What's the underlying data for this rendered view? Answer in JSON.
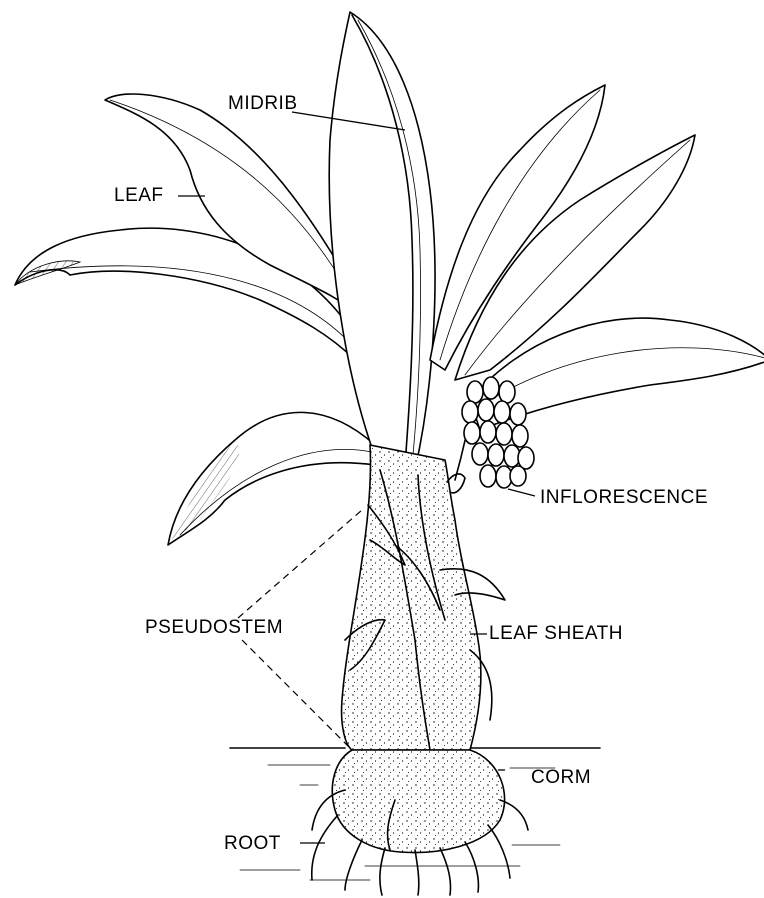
{
  "labels": {
    "midrib": "MIDRIB",
    "leaf": "LEAF",
    "inflorescence": "INFLORESCENCE",
    "pseudostem": "PSEUDOSTEM",
    "leaf_sheath": "LEAF SHEATH",
    "corm": "CORM",
    "root": "ROOT"
  }
}
